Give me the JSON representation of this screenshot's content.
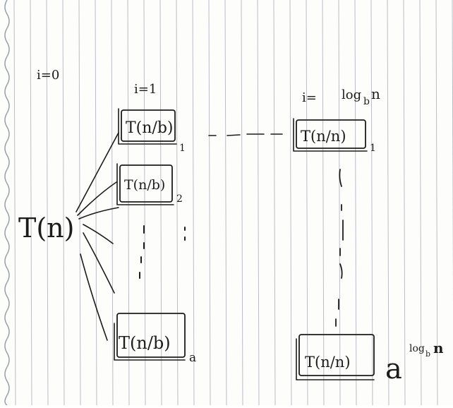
{
  "level_labels": {
    "level0": "i=0",
    "level1": "i=1",
    "level_last_prefix": "i=",
    "level_last_exp": "log",
    "level_last_base": "b",
    "level_last_arg": "n"
  },
  "root": {
    "label": "T(n)"
  },
  "level1_nodes": [
    {
      "label": "T(n/b)",
      "index": "1"
    },
    {
      "label": "T(n/b)",
      "index": "2"
    },
    {
      "label": "T(n/b)",
      "index": "a"
    }
  ],
  "leaf_nodes": [
    {
      "label": "T(n/n)",
      "index": "1"
    },
    {
      "label": "T(n/n)"
    }
  ],
  "leaf_count": {
    "base": "a",
    "exp_log": "log",
    "exp_base": "b",
    "exp_arg": "n"
  },
  "colors": {
    "ink": "#1c1c1c",
    "rule_line": "#b9bec6",
    "margin_edge": "#9aa0a8",
    "paper": "#fdfdfb"
  }
}
